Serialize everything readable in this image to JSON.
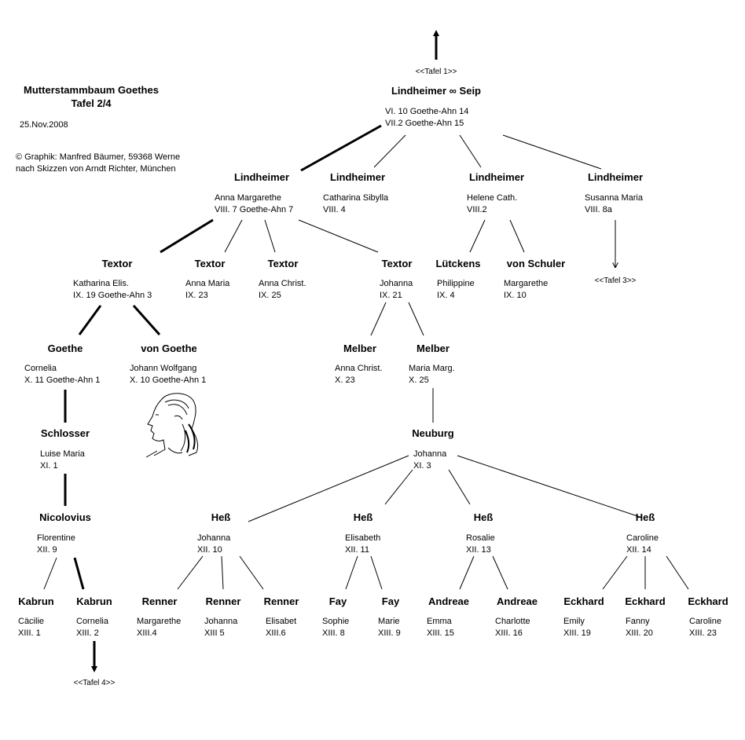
{
  "header": {
    "title": "Mutterstammbaum Goethes",
    "subtitle": "Tafel 2/4",
    "date": "25.Nov.2008",
    "credit_line1": "© Graphik:  Manfred Bäumer, 59368 Werne",
    "credit_line2": "nach Skizzen von Arndt Richter, München"
  },
  "references": {
    "up": "<<Tafel 1>>",
    "right": "<<Tafel 3>>",
    "down": "<<Tafel 4>>"
  },
  "nodes": [
    {
      "surname": "Lindheimer ∞ Seip",
      "lines": [
        "VI. 10  Goethe-Ahn 14",
        "VII.2  Goethe-Ahn 15"
      ]
    },
    {
      "surname": "Lindheimer",
      "lines": [
        "Anna Margarethe",
        "VIII. 7  Goethe-Ahn 7"
      ]
    },
    {
      "surname": "Lindheimer",
      "lines": [
        "Catharina Sibylla",
        "VIII. 4"
      ]
    },
    {
      "surname": "Lindheimer",
      "lines": [
        "Helene Cath.",
        "VIII.2"
      ]
    },
    {
      "surname": "Lindheimer",
      "lines": [
        "Susanna Maria",
        "VIII. 8a"
      ]
    },
    {
      "surname": "Textor",
      "lines": [
        "Katharina Elis.",
        "IX. 19  Goethe-Ahn 3"
      ]
    },
    {
      "surname": "Textor",
      "lines": [
        "Anna Maria",
        "IX. 23"
      ]
    },
    {
      "surname": "Textor",
      "lines": [
        "Anna Christ.",
        "IX. 25"
      ]
    },
    {
      "surname": "Textor",
      "lines": [
        "Johanna",
        "IX. 21"
      ]
    },
    {
      "surname": "Lütckens",
      "lines": [
        "Philippine",
        "IX. 4"
      ]
    },
    {
      "surname": "von Schuler",
      "lines": [
        "Margarethe",
        "IX. 10"
      ]
    },
    {
      "surname": "Goethe",
      "lines": [
        "Cornelia",
        "X. 11  Goethe-Ahn 1"
      ]
    },
    {
      "surname": "von Goethe",
      "lines": [
        "Johann Wolfgang",
        "X. 10 Goethe-Ahn 1"
      ]
    },
    {
      "surname": "Melber",
      "lines": [
        "Anna Christ.",
        "X. 23"
      ]
    },
    {
      "surname": "Melber",
      "lines": [
        "Maria Marg.",
        "X. 25"
      ]
    },
    {
      "surname": "Schlosser",
      "lines": [
        "Luise Maria",
        "XI. 1"
      ]
    },
    {
      "surname": "Neuburg",
      "lines": [
        "Johanna",
        "XI. 3"
      ]
    },
    {
      "surname": "Nicolovius",
      "lines": [
        "Florentine",
        "XII. 9"
      ]
    },
    {
      "surname": "Heß",
      "lines": [
        "Johanna",
        "XII. 10"
      ]
    },
    {
      "surname": "Heß",
      "lines": [
        "Elisabeth",
        "XII. 11"
      ]
    },
    {
      "surname": "Heß",
      "lines": [
        "Rosalie",
        "XII. 13"
      ]
    },
    {
      "surname": "Heß",
      "lines": [
        "Caroline",
        "XII. 14"
      ]
    },
    {
      "surname": "Kabrun",
      "lines": [
        "Cäcilie",
        "XIII. 1"
      ]
    },
    {
      "surname": "Kabrun",
      "lines": [
        "Cornelia",
        "XIII. 2"
      ]
    },
    {
      "surname": "Renner",
      "lines": [
        "Margarethe",
        "XIII.4"
      ]
    },
    {
      "surname": "Renner",
      "lines": [
        "Johanna",
        "XIII 5"
      ]
    },
    {
      "surname": "Renner",
      "lines": [
        "Elisabet",
        "XIII.6"
      ]
    },
    {
      "surname": "Fay",
      "lines": [
        "Sophie",
        "XIII. 8"
      ]
    },
    {
      "surname": "Fay",
      "lines": [
        "Marie",
        "XIII. 9"
      ]
    },
    {
      "surname": "Andreae",
      "lines": [
        "Emma",
        "XIII. 15"
      ]
    },
    {
      "surname": "Andreae",
      "lines": [
        "Charlotte",
        "XIII. 16"
      ]
    },
    {
      "surname": "Eckhard",
      "lines": [
        "Emily",
        "XIII. 19"
      ]
    },
    {
      "surname": "Eckhard",
      "lines": [
        "Fanny",
        "XIII. 20"
      ]
    },
    {
      "surname": "Eckhard",
      "lines": [
        "Caroline",
        "XIII. 23"
      ]
    }
  ]
}
